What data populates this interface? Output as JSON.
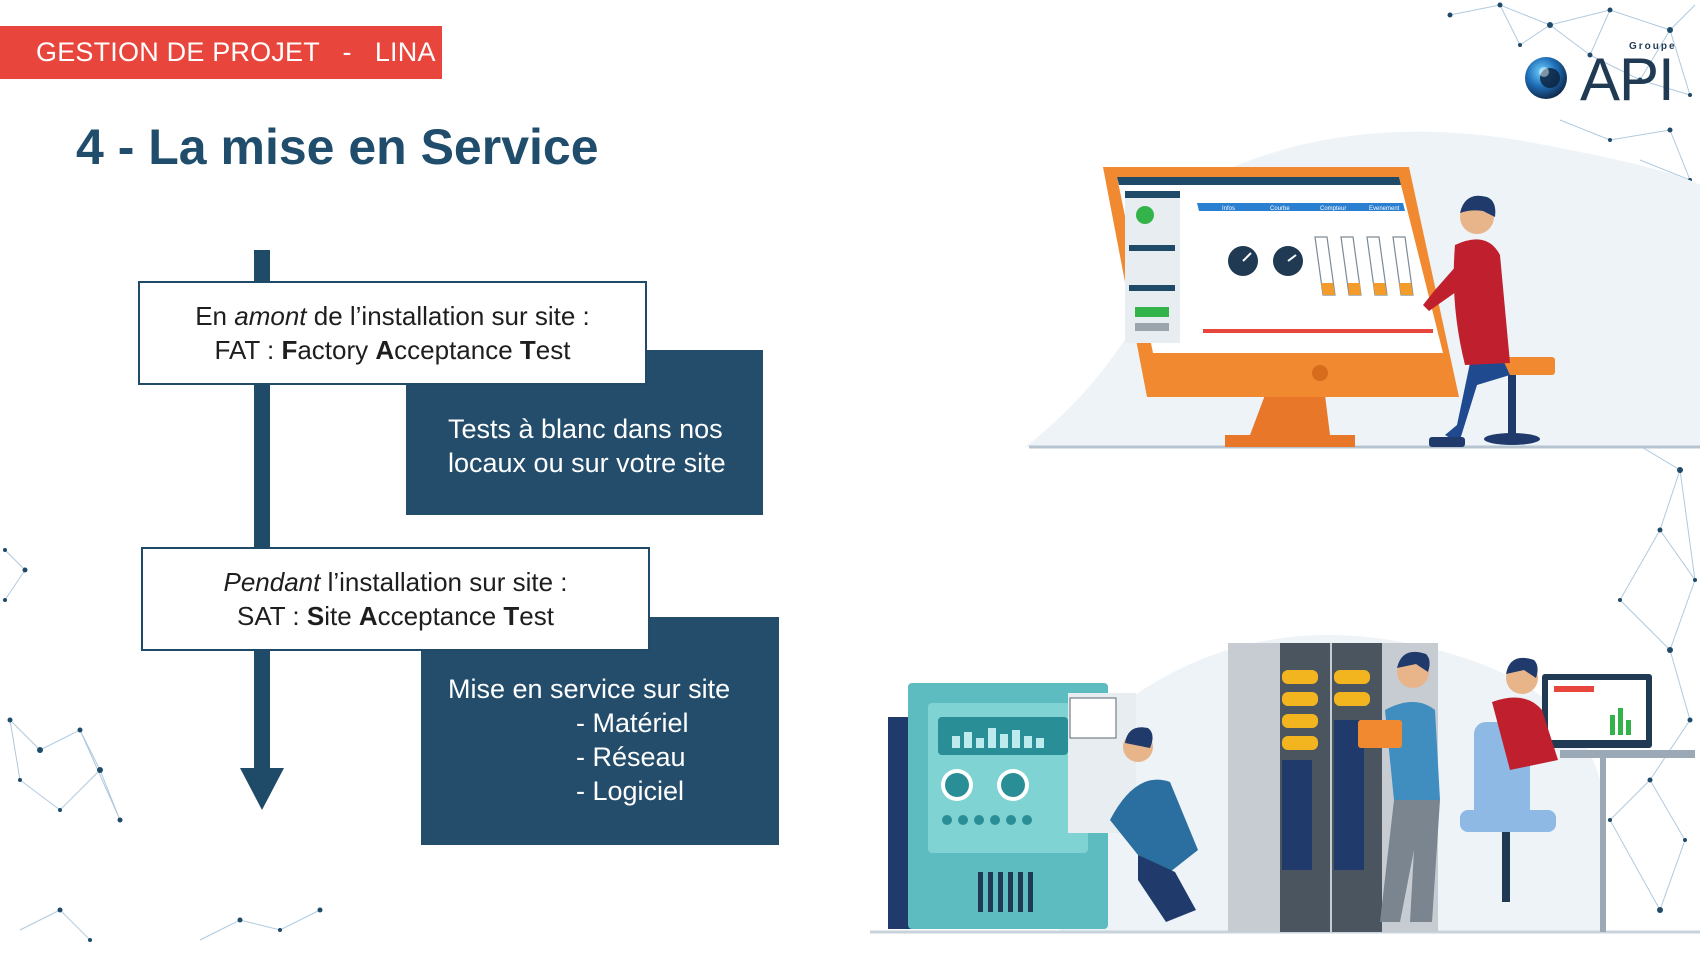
{
  "header": {
    "badge": "GESTION DE PROJET   -   LINA"
  },
  "slide": {
    "title": "4 - La mise en Service"
  },
  "logo": {
    "groupe": "Groupe",
    "brand": "API"
  },
  "fat": {
    "intro_pre": "En ",
    "intro_em": "amont",
    "intro_post": " de l’installation sur site :",
    "abbr": "FAT : ",
    "w1_b": "F",
    "w1_r": "actory ",
    "w2_b": "A",
    "w2_r": "cceptance ",
    "w3_b": "T",
    "w3_r": "est",
    "info_line1": "Tests à blanc dans nos",
    "info_line2": "locaux ou sur votre site"
  },
  "sat": {
    "intro_em": "Pendant",
    "intro_post": " l’installation sur site :",
    "abbr": "SAT : ",
    "w1_b": "S",
    "w1_r": "ite ",
    "w2_b": "A",
    "w2_r": "cceptance ",
    "w3_b": "T",
    "w3_r": "est",
    "info_heading": "Mise en service sur site",
    "info_items": [
      "- Matériel",
      "- Réseau",
      "- Logiciel"
    ]
  },
  "hmi_screen": {
    "tabs": [
      "Infos",
      "Courbe",
      "Compteur",
      "Evenement"
    ]
  },
  "colors": {
    "accent_red": "#e8463c",
    "navy": "#244d6b",
    "title": "#1f4d6b",
    "monitor_orange": "#f0892f"
  }
}
